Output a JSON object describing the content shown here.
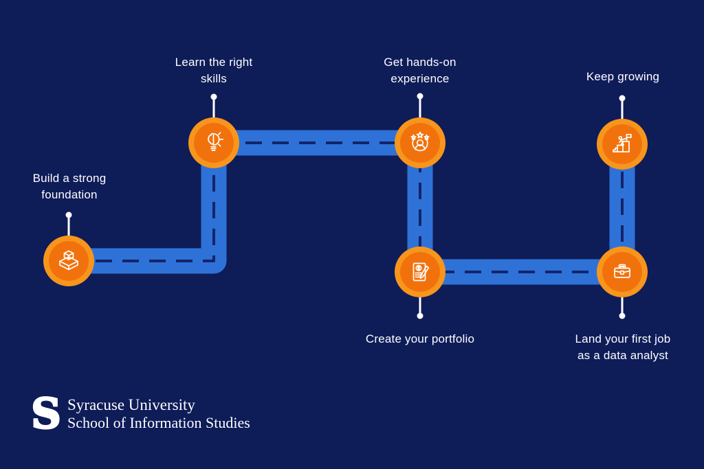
{
  "colors": {
    "background": "#0E1C58",
    "road_blue": "#2E72D8",
    "road_dash": "#13246A",
    "node_ring_orange": "#F8951C",
    "node_core_orange": "#F1720D",
    "text_white": "#FFFFFF"
  },
  "steps": [
    {
      "id": "build-foundation",
      "lines": [
        "Build a strong",
        "foundation"
      ],
      "icon": "building-blocks-icon"
    },
    {
      "id": "learn-skills",
      "lines": [
        "Learn the right",
        "skills"
      ],
      "icon": "lightbulb-idea-icon"
    },
    {
      "id": "hands-on-experience",
      "lines": [
        "Get hands-on",
        "experience"
      ],
      "icon": "person-stars-icon"
    },
    {
      "id": "create-portfolio",
      "lines": [
        "Create your portfolio"
      ],
      "icon": "document-pencil-icon"
    },
    {
      "id": "first-job",
      "lines": [
        "Land your first job",
        "as a data analyst"
      ],
      "icon": "briefcase-icon"
    },
    {
      "id": "keep-growing",
      "lines": [
        "Keep growing"
      ],
      "icon": "person-climbing-flag-icon"
    }
  ],
  "footer": {
    "logo_letter": "S",
    "university": "Syracuse University",
    "school": "School of Information Studies"
  }
}
